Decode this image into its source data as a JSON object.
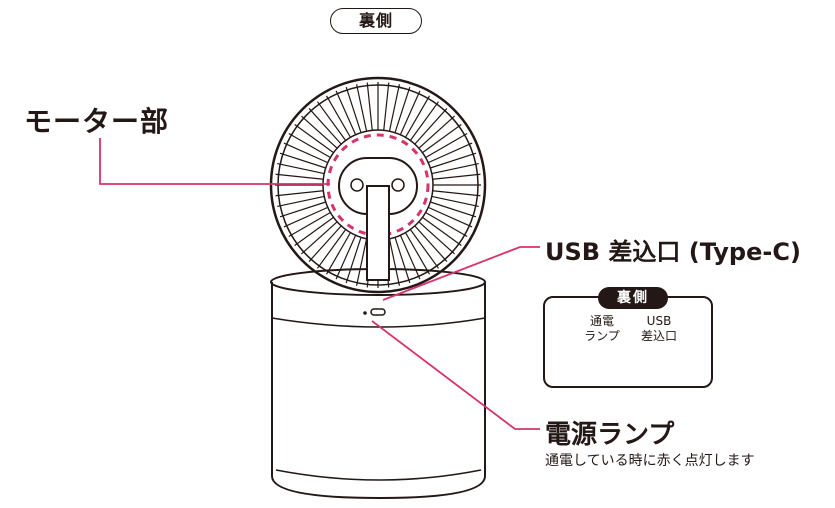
{
  "badge_label": "裏側",
  "motor_label": "モーター部",
  "usb_label": "USB 差込口 (Type-C)",
  "lamp_label": "電源ランプ",
  "lamp_description": "通電している時に赤く点灯します",
  "inset": {
    "badge": "裏側",
    "lamp_label_line1": "通電",
    "lamp_label_line2": "ランプ",
    "usb_label_line1": "USB",
    "usb_label_line2": "差込口"
  },
  "colors": {
    "callout_line": "#d6336c",
    "outline": "#231815"
  }
}
